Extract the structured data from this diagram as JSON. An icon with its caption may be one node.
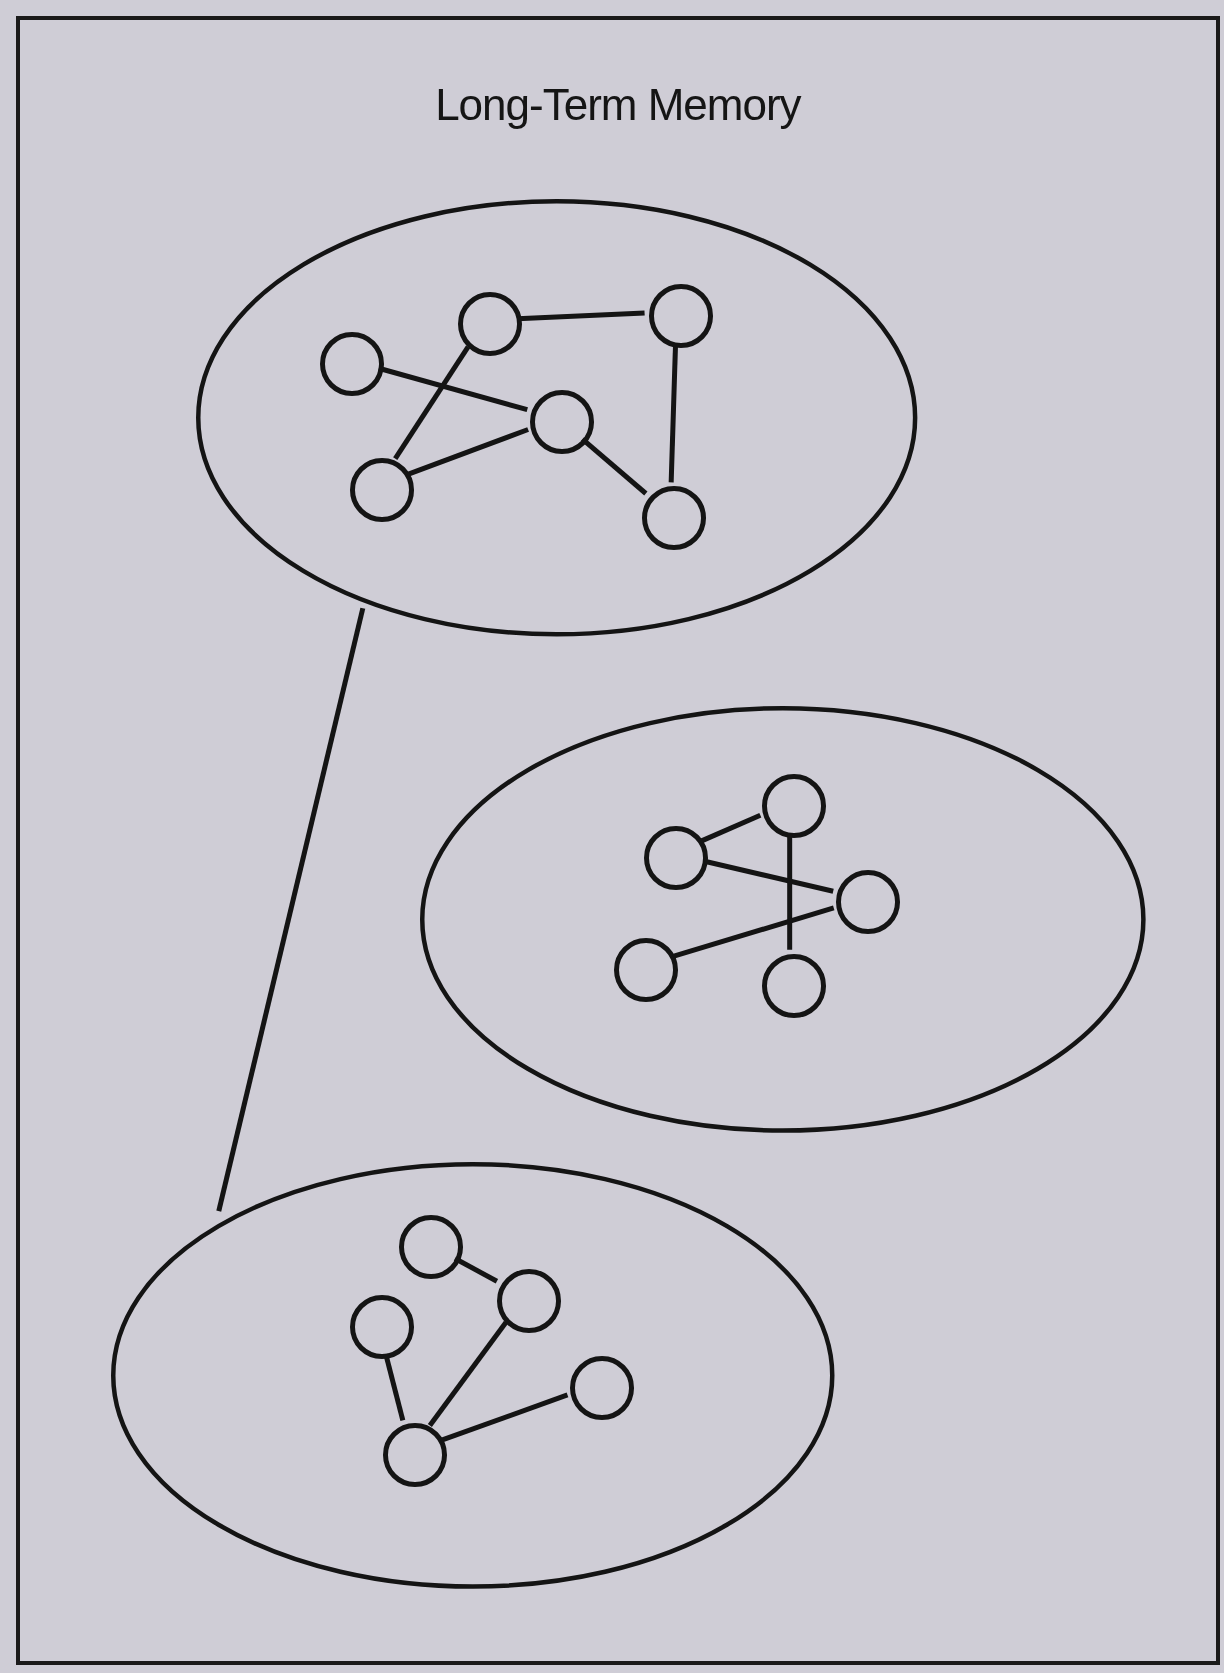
{
  "diagram": {
    "nodes": [
      {
        "text": [
          "Long-Term Memory"
        ]
      },
      {
        "text": [],
        "shape": "ellipse",
        "in": 0
      },
      {
        "text": [],
        "shape": "circle",
        "in": 1
      },
      {
        "text": [],
        "shape": "circle",
        "in": 1
      },
      {
        "text": [],
        "shape": "circle",
        "in": 1
      },
      {
        "text": [],
        "shape": "circle",
        "in": 1
      },
      {
        "text": [],
        "shape": "circle",
        "in": 1
      },
      {
        "text": [],
        "shape": "circle",
        "in": 1
      },
      {
        "text": [],
        "shape": "ellipse",
        "in": 0
      },
      {
        "text": [],
        "shape": "circle",
        "in": 8
      },
      {
        "text": [],
        "shape": "circle",
        "in": 8
      },
      {
        "text": [],
        "shape": "circle",
        "in": 8
      },
      {
        "text": [],
        "shape": "circle",
        "in": 8
      },
      {
        "text": [],
        "shape": "circle",
        "in": 8
      },
      {
        "text": [],
        "shape": "ellipse",
        "in": 0
      },
      {
        "text": [],
        "shape": "circle",
        "in": 14
      },
      {
        "text": [],
        "shape": "circle",
        "in": 14
      },
      {
        "text": [],
        "shape": "circle",
        "in": 14
      },
      {
        "text": [],
        "shape": "circle",
        "in": 14
      },
      {
        "text": [],
        "shape": "circle",
        "in": 14
      }
    ],
    "edges": [
      {
        "from": 2,
        "to": 5,
        "arrow": "none"
      },
      {
        "from": 3,
        "to": 6,
        "arrow": "none"
      },
      {
        "from": 3,
        "to": 4,
        "arrow": "none"
      },
      {
        "from": 4,
        "to": 7,
        "arrow": "none"
      },
      {
        "from": 5,
        "to": 6,
        "arrow": "none"
      },
      {
        "from": 5,
        "to": 7,
        "arrow": "none"
      },
      {
        "from": 9,
        "to": 10,
        "arrow": "none"
      },
      {
        "from": 9,
        "to": 11,
        "arrow": "none"
      },
      {
        "from": 10,
        "to": 13,
        "arrow": "none"
      },
      {
        "from": 12,
        "to": 11,
        "arrow": "none"
      },
      {
        "from": 15,
        "to": 16,
        "arrow": "none"
      },
      {
        "from": 16,
        "to": 19,
        "arrow": "none"
      },
      {
        "from": 17,
        "to": 19,
        "arrow": "none"
      },
      {
        "from": 19,
        "to": 18,
        "arrow": "none"
      },
      {
        "from": 1,
        "to": 14,
        "arrow": "none"
      }
    ]
  }
}
